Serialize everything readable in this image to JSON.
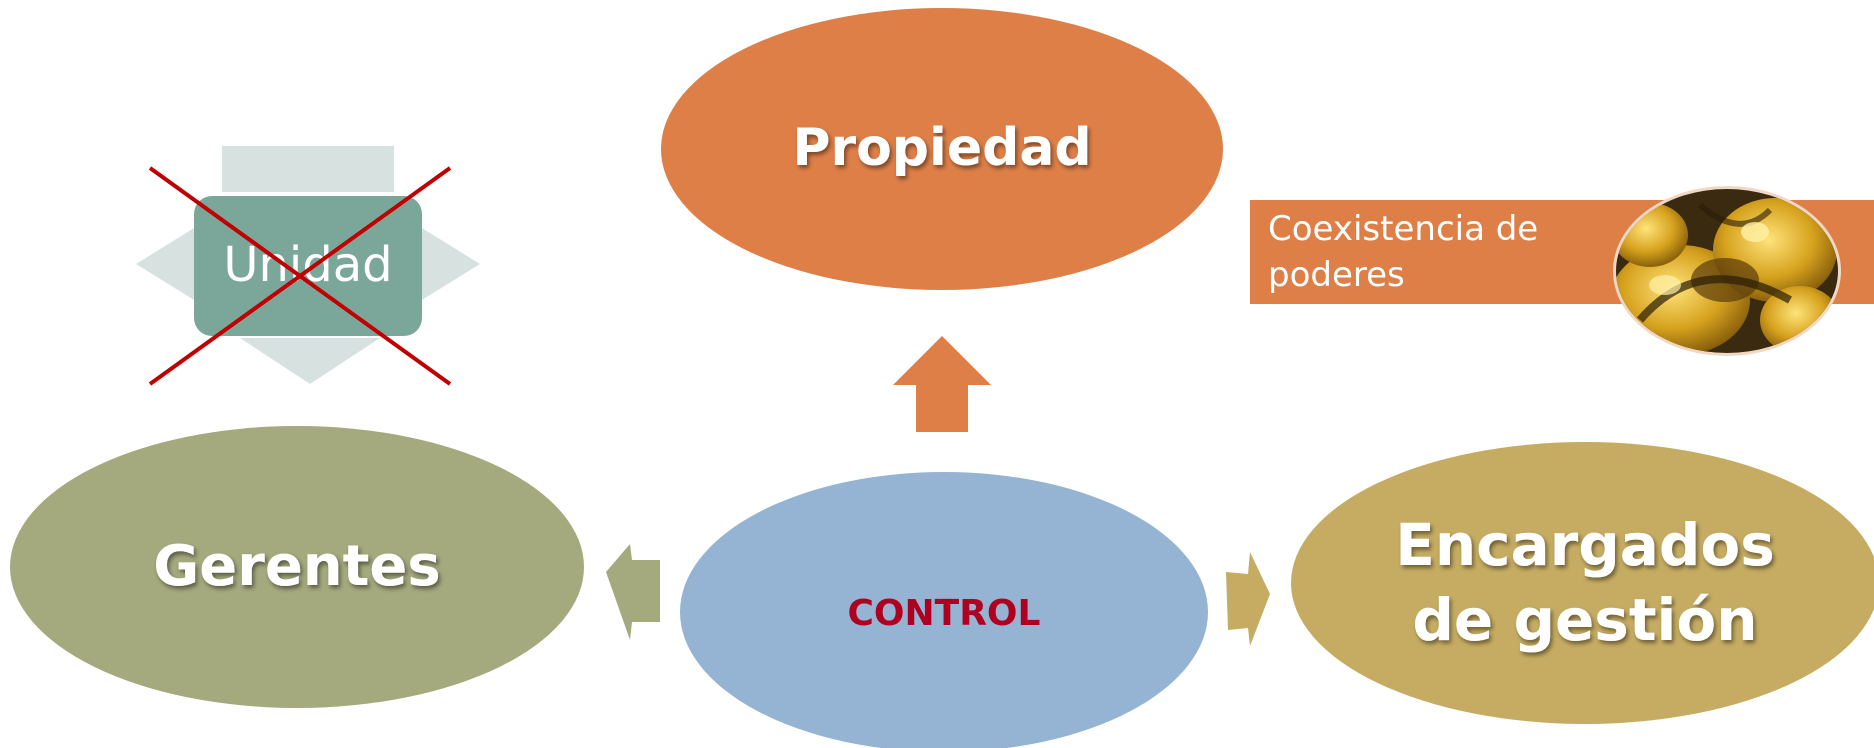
{
  "nodes": {
    "propiedad": {
      "label": "Propiedad",
      "color": "#DE7F48"
    },
    "control": {
      "label": "CONTROL",
      "color": "#95B3D2",
      "label_color": "#B00020"
    },
    "gerentes": {
      "label": "Gerentes",
      "color": "#A4A97E"
    },
    "encargados": {
      "line1": "Encargados",
      "line2": "de gestión",
      "color": "#C6AC62"
    }
  },
  "crossed_out": {
    "label": "Unidad",
    "box_color": "#7BA69A",
    "arrow_color": "#D7E2E0",
    "cross_color": "#C00000"
  },
  "callout": {
    "line1": "Coexistencia de",
    "line2": "poderes",
    "color": "#DE7F48",
    "image": "golden-fighters-illustration"
  },
  "connectors": {
    "up_color": "#DE7F48",
    "left_color": "#A4A97E",
    "right_color": "#C6AC62"
  }
}
